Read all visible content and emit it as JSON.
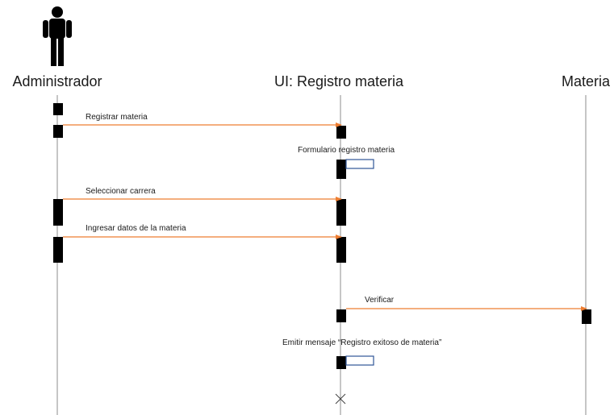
{
  "participants": {
    "admin": "Administrador",
    "ui": "UI: Registro materia",
    "materia": "Materia"
  },
  "messages": {
    "m1": "Registrar materia",
    "m2": "Formulario registro materia",
    "m3": "Seleccionar carrera",
    "m4": "Ingresar datos de la materia",
    "m5": "Verificar",
    "m6": "Emitir mensaje “Registro exitoso de materia”"
  },
  "colors": {
    "message_arrow": "#ed7d31",
    "self_message_box": "#2f5597",
    "activation": "#000000"
  },
  "icons": {
    "actor": "stick-figure-actor-icon",
    "destroy": "x-destroy-icon"
  }
}
